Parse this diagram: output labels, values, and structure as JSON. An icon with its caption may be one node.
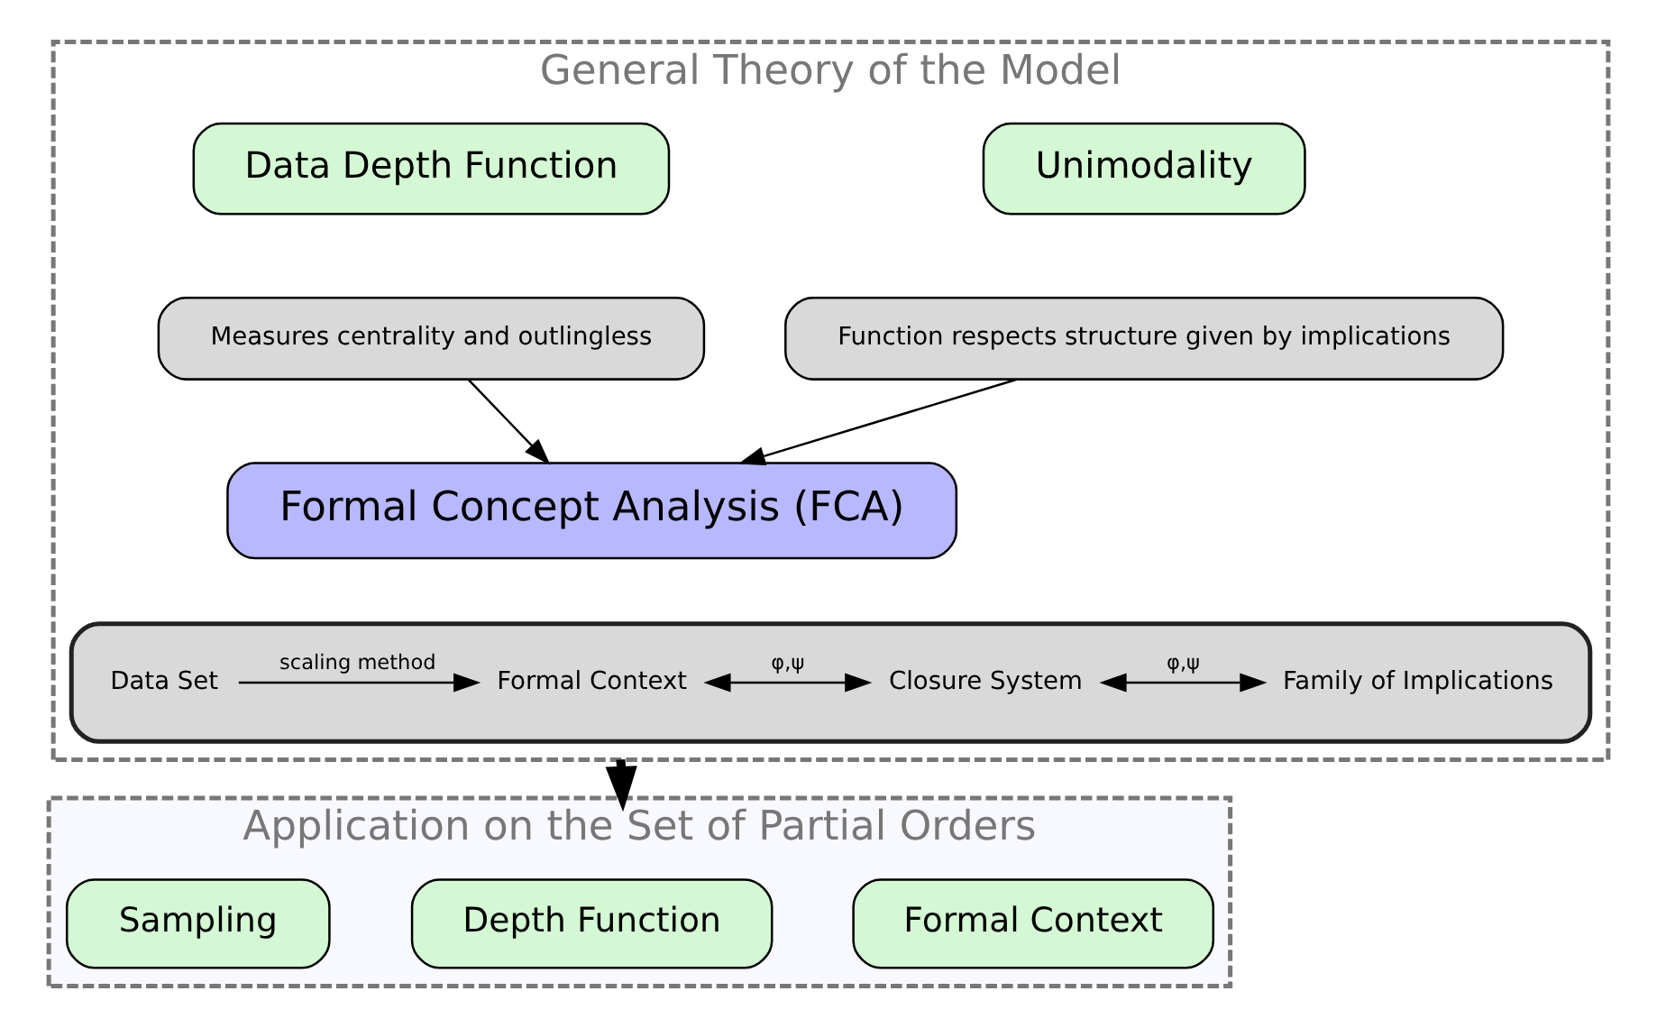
{
  "diagram": {
    "nodes": [
      {
        "text": [
          "General Theory of the Model"
        ]
      },
      {
        "text": [
          "Unimodality"
        ],
        "in": 0
      },
      {
        "text": [
          "Function respects structure given by implications"
        ],
        "in": 0
      },
      {
        "text": [
          "Data Depth Function"
        ],
        "in": 0
      },
      {
        "text": [
          "Measures centrality and outlingless"
        ],
        "in": 0
      },
      {
        "text": [
          "Formal Concept Analysis (FCA)"
        ],
        "in": 0
      },
      {
        "text": [],
        "shape": "box",
        "in": 0
      },
      {
        "text": [
          "Data Set"
        ],
        "in": 6
      },
      {
        "text": [
          "Formal Context"
        ],
        "in": 6
      },
      {
        "text": [
          "Closure System"
        ],
        "in": 6
      },
      {
        "text": [
          "Family of Implications"
        ],
        "in": 6
      },
      {
        "text": [
          "Application on the Set of Partial Orders"
        ]
      },
      {
        "text": [
          "Formal Context"
        ],
        "in": 11
      },
      {
        "text": [
          "Depth Function"
        ],
        "in": 11
      },
      {
        "text": [
          "Sampling"
        ],
        "in": 11
      }
    ],
    "edges": [
      {
        "from": 2,
        "to": 5,
        "arrow": "to"
      },
      {
        "from": 4,
        "to": 5,
        "arrow": "to"
      },
      {
        "from": 7,
        "to": 8,
        "arrow": "to",
        "label": "scaling method"
      },
      {
        "from": 8,
        "to": 9,
        "arrow": "both",
        "label": "φ,ψ"
      },
      {
        "from": 9,
        "to": 10,
        "arrow": "both",
        "label": "φ,ψ"
      },
      {
        "from": 0,
        "to": 11,
        "arrow": "to",
        "style": "thick"
      }
    ]
  }
}
